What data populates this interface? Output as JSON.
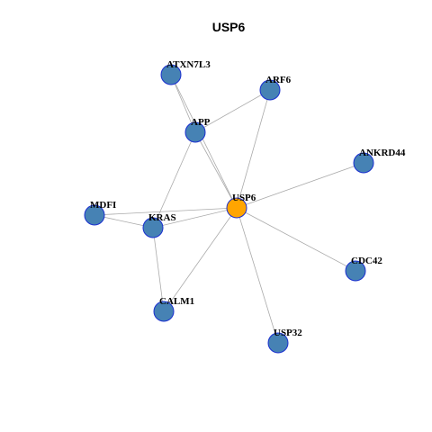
{
  "title": "USP6",
  "colors": {
    "hub_node": "#FFA500",
    "neighbor_node": "#4682B4",
    "node_border": "#1a2fd0",
    "edge": "#aaaaaa"
  },
  "nodes": [
    {
      "id": "USP6",
      "label": "USP6",
      "role": "hub"
    },
    {
      "id": "ATXN7L3",
      "label": "ATXN7L3",
      "role": "neighbor"
    },
    {
      "id": "ARF6",
      "label": "ARF6",
      "role": "neighbor"
    },
    {
      "id": "APP",
      "label": "APP",
      "role": "neighbor"
    },
    {
      "id": "ANKRD44",
      "label": "ANKRD44",
      "role": "neighbor"
    },
    {
      "id": "MDFI",
      "label": "MDFI",
      "role": "neighbor"
    },
    {
      "id": "KRAS",
      "label": "KRAS",
      "role": "neighbor"
    },
    {
      "id": "CDC42",
      "label": "CDC42",
      "role": "neighbor"
    },
    {
      "id": "CALM1",
      "label": "CALM1",
      "role": "neighbor"
    },
    {
      "id": "USP32",
      "label": "USP32",
      "role": "neighbor"
    }
  ],
  "edges": [
    [
      "USP6",
      "ATXN7L3"
    ],
    [
      "USP6",
      "ARF6"
    ],
    [
      "USP6",
      "APP"
    ],
    [
      "USP6",
      "ANKRD44"
    ],
    [
      "USP6",
      "MDFI"
    ],
    [
      "USP6",
      "KRAS"
    ],
    [
      "USP6",
      "CDC42"
    ],
    [
      "USP6",
      "CALM1"
    ],
    [
      "USP6",
      "USP32"
    ],
    [
      "ATXN7L3",
      "APP"
    ],
    [
      "APP",
      "ARF6"
    ],
    [
      "APP",
      "KRAS"
    ],
    [
      "MDFI",
      "KRAS"
    ],
    [
      "KRAS",
      "CALM1"
    ]
  ]
}
